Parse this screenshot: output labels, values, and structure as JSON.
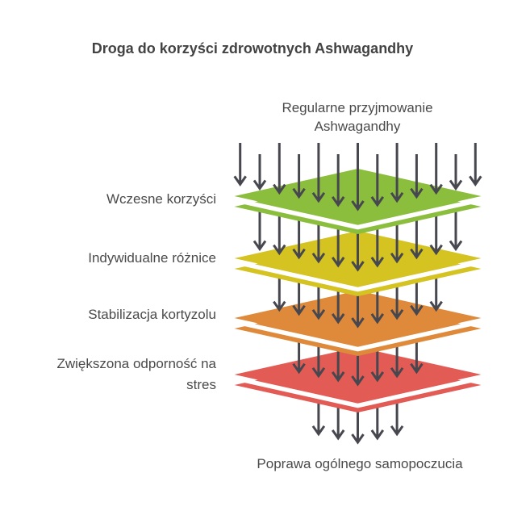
{
  "title": "Droga do korzyści zdrowotnych Ashwagandhy",
  "flow": {
    "input_label": "Regularne przyjmowanie Ashwagandhy",
    "output_label": "Poprawa ogólnego samopoczucia",
    "layers": [
      {
        "label": "Wczesne korzyści",
        "color": "#8cbe3e"
      },
      {
        "label": "Indywidualne różnice",
        "color": "#d5c322"
      },
      {
        "label": "Stabilizacja kortyzolu",
        "color": "#de8a3a"
      },
      {
        "label": "Zwiększona odporność na stres",
        "color": "#e35b55"
      }
    ],
    "arrow_counts": [
      13,
      11,
      9,
      7,
      5
    ],
    "arrow_color": "#47474f",
    "text_color": "#4a4a4a",
    "layer_edge_color": "#ffffff"
  }
}
